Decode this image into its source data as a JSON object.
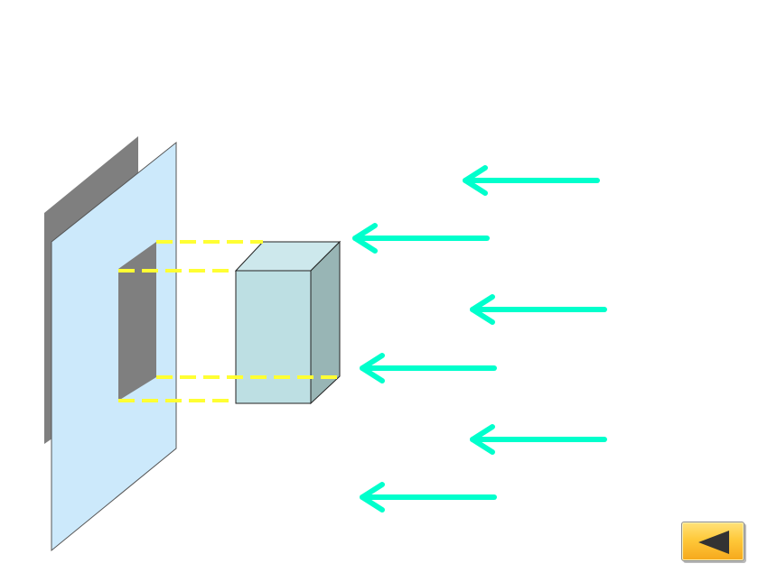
{
  "colors": {
    "screen_face": "#cce9fb",
    "screen_shadow": "#7f7f7f",
    "block_front": "#bddfe3",
    "block_top": "#cde8ec",
    "block_side": "#98b5b5",
    "projection_line": "#ffff33",
    "light_ray": "#00ffcc",
    "button_fill": "#ffc93a",
    "button_arrow": "#333333"
  },
  "diagram": {
    "light_rays": [
      {
        "direction": "left"
      },
      {
        "direction": "left"
      },
      {
        "direction": "left"
      },
      {
        "direction": "left"
      },
      {
        "direction": "left"
      },
      {
        "direction": "left"
      }
    ]
  },
  "controls": {
    "back_button": {
      "icon": "triangle-left-icon"
    }
  }
}
